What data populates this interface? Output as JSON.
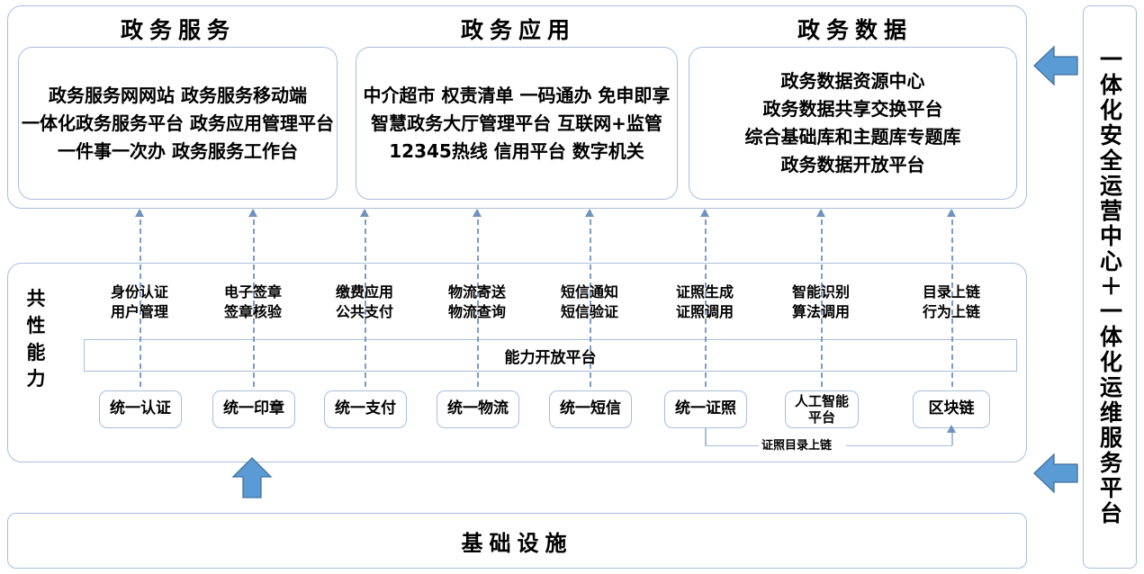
{
  "top": {
    "columns": [
      {
        "title": "政务服务",
        "lines": [
          "政务服务网网站 政务服务移动端",
          "一体化政务服务平台 政务应用管理平台",
          "一件事一次办 政务服务工作台"
        ]
      },
      {
        "title": "政务应用",
        "lines": [
          "中介超市 权责清单 一码通办 免申即享",
          "智慧政务大厅管理平台 互联网+监管",
          "12345热线 信用平台 数字机关"
        ]
      },
      {
        "title": "政务数据",
        "lines": [
          "政务数据资源中心",
          "政务数据共享交换平台",
          "综合基础库和主题库专题库",
          "政务数据开放平台"
        ]
      }
    ]
  },
  "middle": {
    "section_label": "共性能力",
    "open_platform_label": "能力开放平台",
    "capabilities": [
      {
        "head": [
          "身份认证",
          "用户管理"
        ],
        "box": "统一认证"
      },
      {
        "head": [
          "电子签章",
          "签章核验"
        ],
        "box": "统一印章"
      },
      {
        "head": [
          "缴费应用",
          "公共支付"
        ],
        "box": "统一支付"
      },
      {
        "head": [
          "物流寄送",
          "物流查询"
        ],
        "box": "统一物流"
      },
      {
        "head": [
          "短信通知",
          "短信验证"
        ],
        "box": "统一短信"
      },
      {
        "head": [
          "证照生成",
          "证照调用"
        ],
        "box": "统一证照"
      },
      {
        "head": [
          "智能识别",
          "算法调用"
        ],
        "box": "人工智能\n平台"
      },
      {
        "head": [
          "目录上链",
          "行为上链"
        ],
        "box": "区块链"
      }
    ],
    "connector_label": "证照目录上链"
  },
  "bottom": {
    "label": "基础设施"
  },
  "right_panel": {
    "label": "一体化安全运营中心＋一体化运维服务平台"
  },
  "icons": {
    "arrow_left_top": "arrow-left-icon",
    "arrow_left_bottom": "arrow-left-icon",
    "arrow_up_infra": "arrow-up-icon"
  },
  "colors": {
    "border": "#a9bede",
    "arrow_fill": "#5b9bd5",
    "arrow_stroke": "#41719c",
    "dash": "#7a9cc6"
  }
}
